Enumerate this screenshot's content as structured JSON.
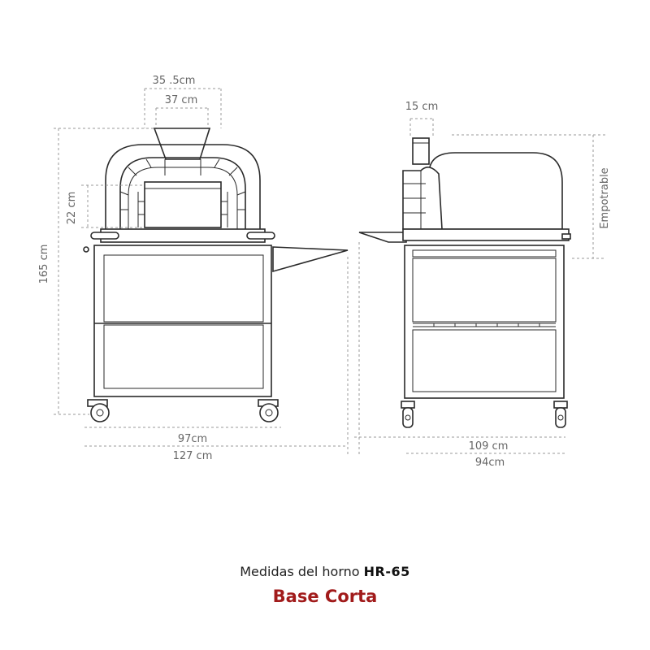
{
  "dimensions": {
    "chimney_outer": "35 .5cm",
    "chimney_inner": "37 cm",
    "door_height": "22 cm",
    "total_height": "165 cm",
    "cart_width": "97cm",
    "total_width": "127 cm",
    "flue_width": "15 cm",
    "empotrable": "Empotrable",
    "total_depth": "109 cm",
    "cart_depth": "94cm"
  },
  "caption": {
    "prefix": "Medidas del horno ",
    "model": "HR-65",
    "subtitle": "Base Corta"
  },
  "colors": {
    "accent": "#a11b1b",
    "line": "#2a2a2a",
    "dimension": "#9a9a9a"
  }
}
